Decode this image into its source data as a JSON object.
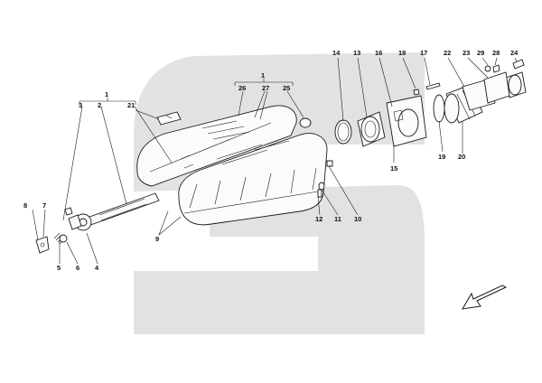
{
  "diagram": {
    "colors": {
      "watermark": "#e2e2e2",
      "line": "#1a1a1a"
    },
    "callouts": {
      "c1a": "1",
      "c1b": "1",
      "c2": "2",
      "c3": "3",
      "c4": "4",
      "c5": "5",
      "c6": "6",
      "c7": "7",
      "c8": "8",
      "c9": "9",
      "c10": "10",
      "c11": "11",
      "c12": "12",
      "c13": "13",
      "c14": "14",
      "c15": "15",
      "c16": "16",
      "c17": "17",
      "c18": "18",
      "c19": "19",
      "c20": "20",
      "c21": "21",
      "c22": "22",
      "c23": "23",
      "c24": "24",
      "c25": "25",
      "c26": "26",
      "c27": "27",
      "c28": "28",
      "c29": "29"
    },
    "icons": [
      "watermark-logo",
      "direction-arrow-icon"
    ]
  }
}
